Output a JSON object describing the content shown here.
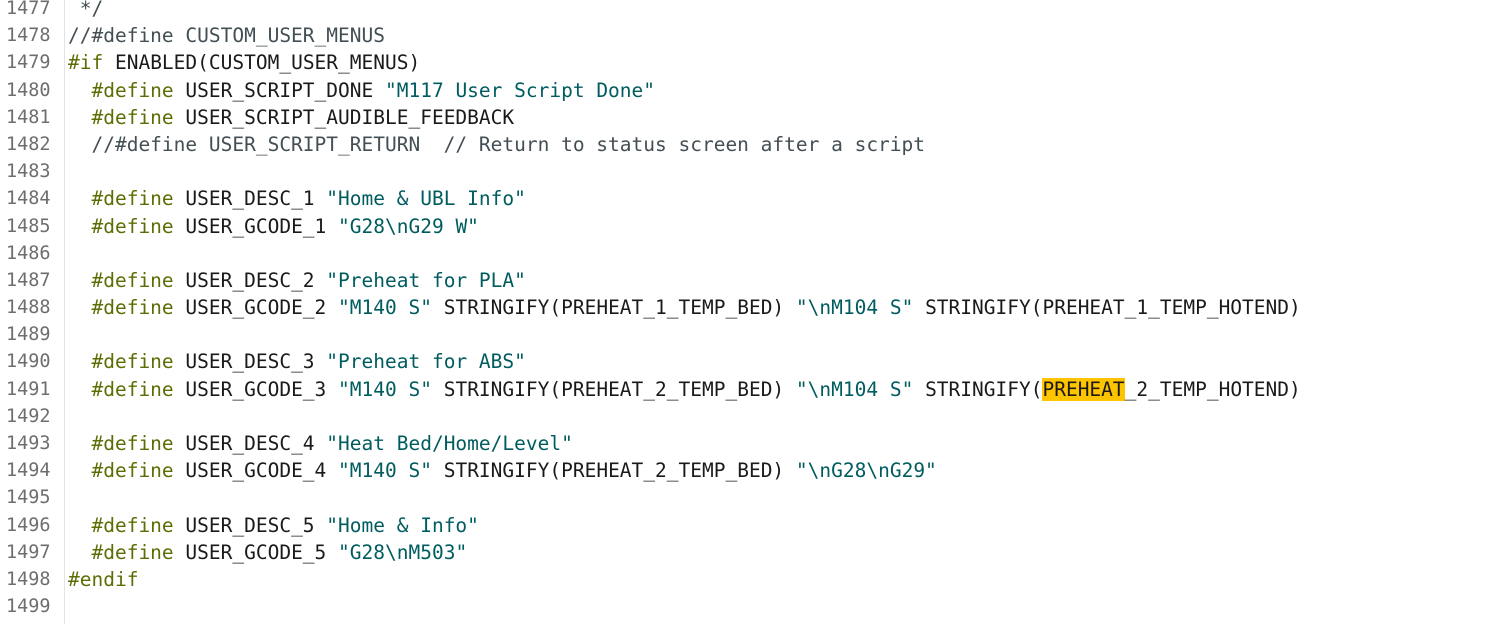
{
  "editor": {
    "highlight_color": "#ffc400",
    "colors": {
      "keyword": "#5e6d03",
      "string": "#005c5f",
      "comment": "#434f54",
      "text": "#1a1a1a",
      "line_number": "#6e6e6e"
    },
    "lines": [
      {
        "num": "1477",
        "tokens": [
          {
            "t": "cm",
            "v": " */"
          }
        ]
      },
      {
        "num": "1478",
        "tokens": [
          {
            "t": "cm",
            "v": "//#define CUSTOM_USER_MENUS"
          }
        ]
      },
      {
        "num": "1479",
        "tokens": [
          {
            "t": "kw",
            "v": "#if"
          },
          {
            "t": "id",
            "v": " ENABLED(CUSTOM_USER_MENUS)"
          }
        ]
      },
      {
        "num": "1480",
        "tokens": [
          {
            "t": "kw",
            "v": "  #define"
          },
          {
            "t": "id",
            "v": " USER_SCRIPT_DONE "
          },
          {
            "t": "str",
            "v": "\"M117 User Script Done\""
          }
        ]
      },
      {
        "num": "1481",
        "tokens": [
          {
            "t": "kw",
            "v": "  #define"
          },
          {
            "t": "id",
            "v": " USER_SCRIPT_AUDIBLE_FEEDBACK"
          }
        ]
      },
      {
        "num": "1482",
        "tokens": [
          {
            "t": "cm",
            "v": "  //#define USER_SCRIPT_RETURN  // Return to status screen after a script"
          }
        ]
      },
      {
        "num": "1483",
        "tokens": []
      },
      {
        "num": "1484",
        "tokens": [
          {
            "t": "kw",
            "v": "  #define"
          },
          {
            "t": "id",
            "v": " USER_DESC_1 "
          },
          {
            "t": "str",
            "v": "\"Home & UBL Info\""
          }
        ]
      },
      {
        "num": "1485",
        "tokens": [
          {
            "t": "kw",
            "v": "  #define"
          },
          {
            "t": "id",
            "v": " USER_GCODE_1 "
          },
          {
            "t": "str",
            "v": "\"G28\\nG29 W\""
          }
        ]
      },
      {
        "num": "1486",
        "tokens": []
      },
      {
        "num": "1487",
        "tokens": [
          {
            "t": "kw",
            "v": "  #define"
          },
          {
            "t": "id",
            "v": " USER_DESC_2 "
          },
          {
            "t": "str",
            "v": "\"Preheat for PLA\""
          }
        ]
      },
      {
        "num": "1488",
        "tokens": [
          {
            "t": "kw",
            "v": "  #define"
          },
          {
            "t": "id",
            "v": " USER_GCODE_2 "
          },
          {
            "t": "str",
            "v": "\"M140 S\""
          },
          {
            "t": "id",
            "v": " STRINGIFY(PREHEAT_1_TEMP_BED) "
          },
          {
            "t": "str",
            "v": "\"\\nM104 S\""
          },
          {
            "t": "id",
            "v": " STRINGIFY(PREHEAT_1_TEMP_HOTEND)"
          }
        ]
      },
      {
        "num": "1489",
        "tokens": []
      },
      {
        "num": "1490",
        "tokens": [
          {
            "t": "kw",
            "v": "  #define"
          },
          {
            "t": "id",
            "v": " USER_DESC_3 "
          },
          {
            "t": "str",
            "v": "\"Preheat for ABS\""
          }
        ]
      },
      {
        "num": "1491",
        "tokens": [
          {
            "t": "kw",
            "v": "  #define"
          },
          {
            "t": "id",
            "v": " USER_GCODE_3 "
          },
          {
            "t": "str",
            "v": "\"M140 S\""
          },
          {
            "t": "id",
            "v": " STRINGIFY(PREHEAT_2_TEMP_BED) "
          },
          {
            "t": "str",
            "v": "\"\\nM104 S\""
          },
          {
            "t": "id",
            "v": " STRINGIFY("
          },
          {
            "t": "hl",
            "v": "PREHEAT"
          },
          {
            "t": "id",
            "v": "_2_TEMP_HOTEND)"
          }
        ]
      },
      {
        "num": "1492",
        "tokens": []
      },
      {
        "num": "1493",
        "tokens": [
          {
            "t": "kw",
            "v": "  #define"
          },
          {
            "t": "id",
            "v": " USER_DESC_4 "
          },
          {
            "t": "str",
            "v": "\"Heat Bed/Home/Level\""
          }
        ]
      },
      {
        "num": "1494",
        "tokens": [
          {
            "t": "kw",
            "v": "  #define"
          },
          {
            "t": "id",
            "v": " USER_GCODE_4 "
          },
          {
            "t": "str",
            "v": "\"M140 S\""
          },
          {
            "t": "id",
            "v": " STRINGIFY(PREHEAT_2_TEMP_BED) "
          },
          {
            "t": "str",
            "v": "\"\\nG28\\nG29\""
          }
        ]
      },
      {
        "num": "1495",
        "tokens": []
      },
      {
        "num": "1496",
        "tokens": [
          {
            "t": "kw",
            "v": "  #define"
          },
          {
            "t": "id",
            "v": " USER_DESC_5 "
          },
          {
            "t": "str",
            "v": "\"Home & Info\""
          }
        ]
      },
      {
        "num": "1497",
        "tokens": [
          {
            "t": "kw",
            "v": "  #define"
          },
          {
            "t": "id",
            "v": " USER_GCODE_5 "
          },
          {
            "t": "str",
            "v": "\"G28\\nM503\""
          }
        ]
      },
      {
        "num": "1498",
        "tokens": [
          {
            "t": "kw",
            "v": "#endif"
          }
        ]
      },
      {
        "num": "1499",
        "tokens": []
      }
    ]
  }
}
